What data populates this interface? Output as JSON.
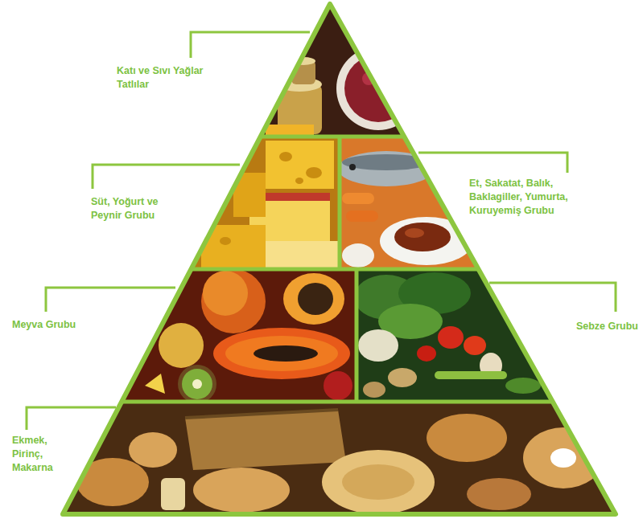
{
  "diagram": {
    "labels": [
      "Katı ve Sıvı Yağlar Tatlılar",
      "Süt, Yoğurt ve Peynir Grubu",
      "Et, Sakatat, Balık, Baklagiller, Yumurta, Kuruyemiş Grubu",
      "Meyva Grubu",
      "Sebze Grubu",
      "Ekmek, Pirinç, Makarna"
    ]
  }
}
